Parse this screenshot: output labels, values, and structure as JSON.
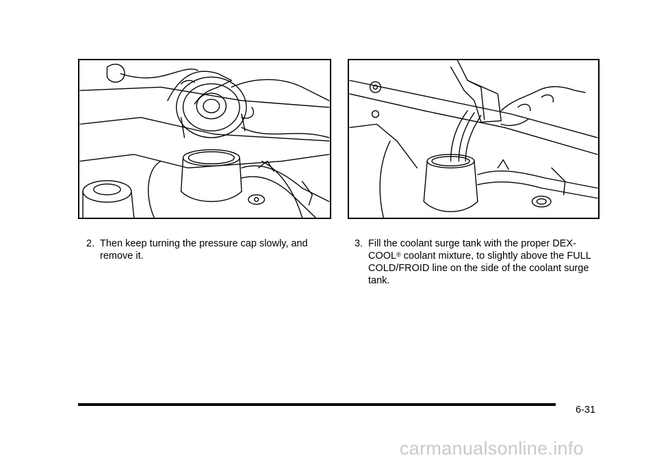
{
  "steps": [
    {
      "number": "2.",
      "text": "Then keep turning the pressure cap slowly, and remove it."
    },
    {
      "number": "3.",
      "text_before": "Fill the coolant surge tank with the proper DEX-COOL",
      "superscript": "®",
      "text_after": " coolant mixture, to slightly above the FULL COLD/FROID line on the side of the coolant surge tank."
    }
  ],
  "page_number": "6-31",
  "watermark": "carmanualsonline.info"
}
